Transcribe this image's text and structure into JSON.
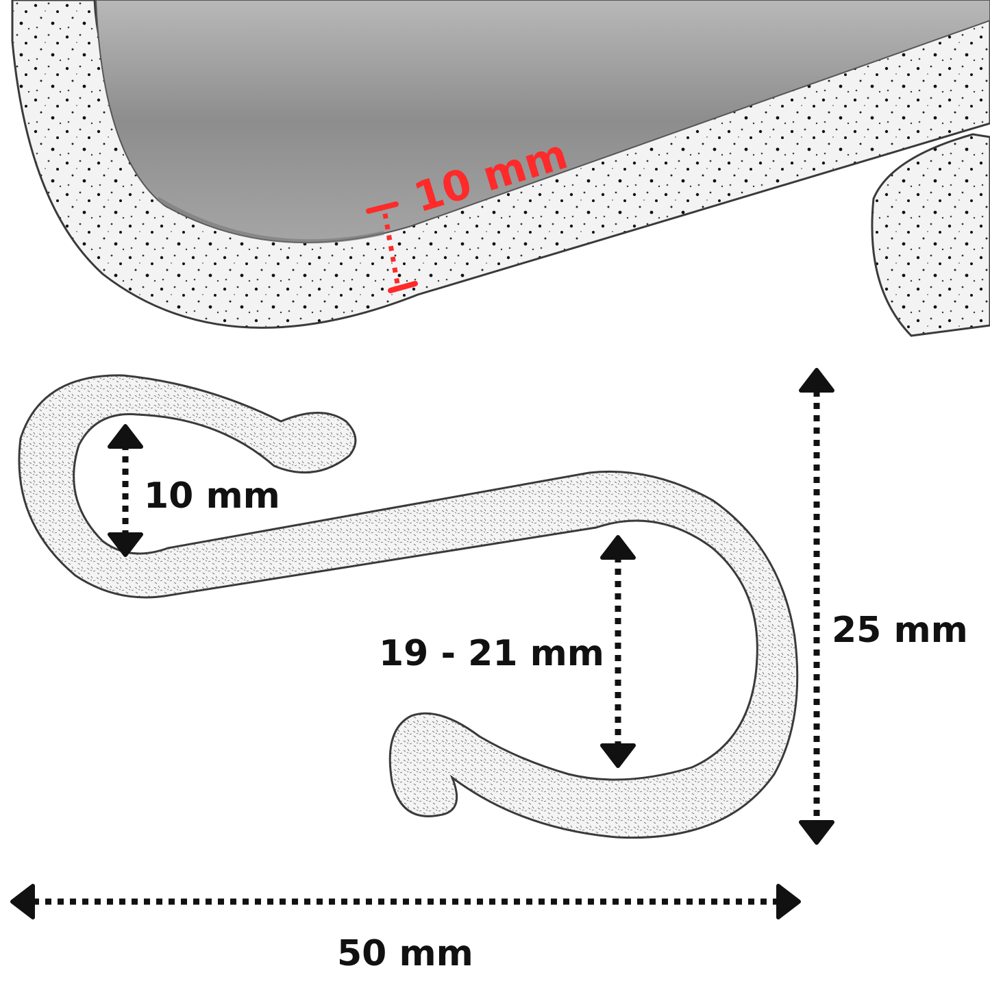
{
  "colors": {
    "background": "#ffffff",
    "hook_fill": "#f2f2f2",
    "hook_inner": "#9a9a9a",
    "hook_outline": "#3a3a3a",
    "speckle": "#111111",
    "dimension_line": "#111111",
    "highlight_dimension": "#ff2a2a"
  },
  "dimensions": {
    "wire_thickness": "10 mm",
    "small_hook_opening": "10 mm",
    "large_hook_opening": "19 - 21 mm",
    "total_height": "25 mm",
    "total_width": "50 mm"
  },
  "icons": {
    "arrow": "arrow-head-icon",
    "closeup": "hook-closeup-illustration",
    "hook": "s-hook-illustration"
  }
}
